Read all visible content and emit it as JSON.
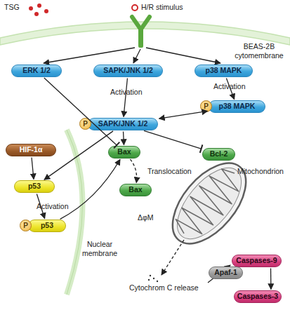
{
  "diagram": {
    "nodes": [
      {
        "text": [
          "ERK 1/2"
        ]
      },
      {
        "text": [
          "SAPK/JNK 1/2"
        ]
      },
      {
        "text": [
          "p38 MAPK"
        ]
      },
      {
        "text": [
          "P",
          "p38 MAPK"
        ]
      },
      {
        "text": [
          "P",
          "SAPK/JNK 1/2"
        ]
      },
      {
        "text": [
          "HIF-1α"
        ]
      },
      {
        "text": [
          "Bax"
        ]
      },
      {
        "text": [
          "Bcl-2"
        ]
      },
      {
        "text": [
          "p53"
        ]
      },
      {
        "text": [
          "Bax"
        ]
      },
      {
        "text": [
          "P",
          "p53"
        ]
      },
      {
        "text": [
          "Caspases-9"
        ]
      },
      {
        "text": [
          "Apaf-1"
        ]
      },
      {
        "text": [
          "Caspases-3"
        ]
      }
    ],
    "edges": [
      {
        "from": 1,
        "to": 4,
        "label": "Activation",
        "arrow": "to"
      },
      {
        "from": 2,
        "to": 3,
        "label": "Activation",
        "arrow": "to"
      },
      {
        "from": 3,
        "to": 4,
        "arrow": "both"
      },
      {
        "from": 0,
        "to": 6,
        "arrow": "to"
      },
      {
        "from": 4,
        "to": 6,
        "arrow": "to"
      },
      {
        "from": 4,
        "to": 7,
        "arrow": "to"
      },
      {
        "from": 4,
        "to": 8,
        "arrow": "to"
      },
      {
        "from": 5,
        "to": 8,
        "arrow": "to"
      },
      {
        "from": 8,
        "to": 10,
        "label": "Activation",
        "arrow": "to"
      },
      {
        "from": 10,
        "to": 6,
        "arrow": "to"
      },
      {
        "from": 6,
        "to": 9,
        "label": "Translocation",
        "arrow": "to"
      },
      {
        "from": 11,
        "to": 13,
        "arrow": "to"
      }
    ],
    "labels": [
      "TSG",
      "H/R stimulus",
      "BEAS-2B cytomembrane",
      "Mitochondrion",
      "Nuclear membrane",
      "ΔφM",
      "Cytochrom C release"
    ]
  }
}
